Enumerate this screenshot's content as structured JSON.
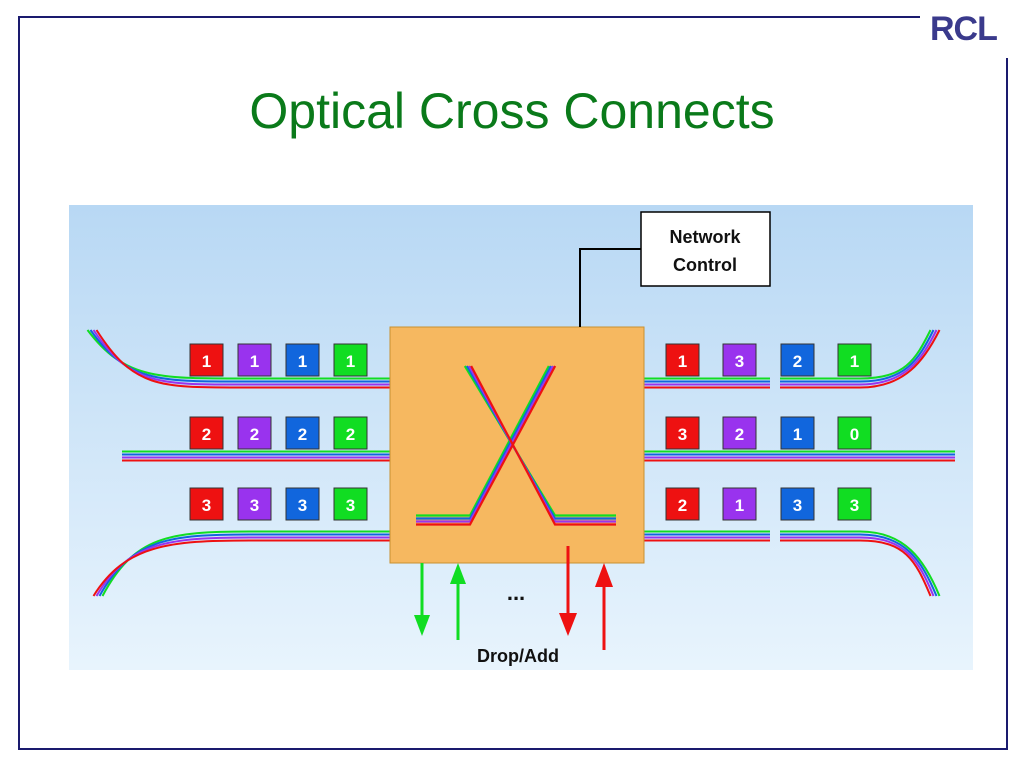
{
  "slide": {
    "logo": "RCL",
    "title": "Optical Cross Connects"
  },
  "diagram": {
    "control_box": {
      "line1": "Network",
      "line2": "Control"
    },
    "drop_add_label": "Drop/Add",
    "ellipsis": "...",
    "colors": {
      "red": "#ee1111",
      "purple": "#9933ee",
      "blue": "#1166dd",
      "green": "#11dd22",
      "switch": "#f6b860",
      "background_top": "#b8d8f4",
      "background_bottom": "#e8f4fd"
    },
    "input_rows": [
      {
        "wavelengths": [
          {
            "label": "1",
            "color": "red"
          },
          {
            "label": "1",
            "color": "purple"
          },
          {
            "label": "1",
            "color": "blue"
          },
          {
            "label": "1",
            "color": "green"
          }
        ]
      },
      {
        "wavelengths": [
          {
            "label": "2",
            "color": "red"
          },
          {
            "label": "2",
            "color": "purple"
          },
          {
            "label": "2",
            "color": "blue"
          },
          {
            "label": "2",
            "color": "green"
          }
        ]
      },
      {
        "wavelengths": [
          {
            "label": "3",
            "color": "red"
          },
          {
            "label": "3",
            "color": "purple"
          },
          {
            "label": "3",
            "color": "blue"
          },
          {
            "label": "3",
            "color": "green"
          }
        ]
      }
    ],
    "output_rows": [
      {
        "wavelengths": [
          {
            "label": "1",
            "color": "red"
          },
          {
            "label": "3",
            "color": "purple"
          },
          {
            "label": "2",
            "color": "blue"
          },
          {
            "label": "1",
            "color": "green"
          }
        ]
      },
      {
        "wavelengths": [
          {
            "label": "3",
            "color": "red"
          },
          {
            "label": "2",
            "color": "purple"
          },
          {
            "label": "1",
            "color": "blue"
          },
          {
            "label": "0",
            "color": "green"
          }
        ]
      },
      {
        "wavelengths": [
          {
            "label": "2",
            "color": "red"
          },
          {
            "label": "1",
            "color": "purple"
          },
          {
            "label": "3",
            "color": "blue"
          },
          {
            "label": "3",
            "color": "green"
          }
        ]
      }
    ]
  }
}
